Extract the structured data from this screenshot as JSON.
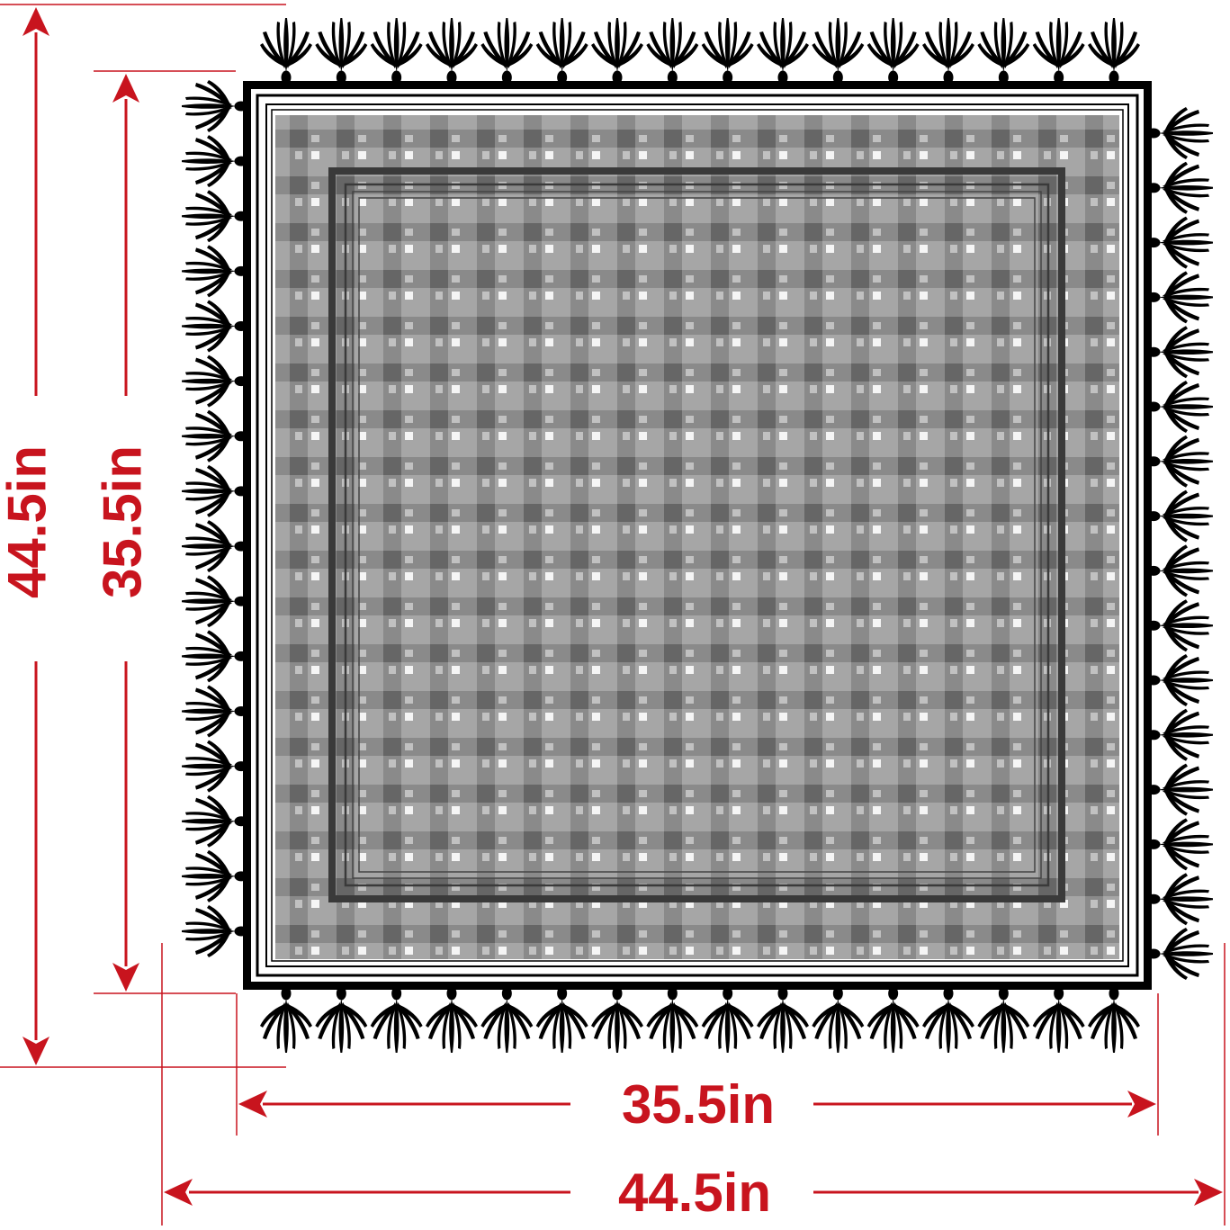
{
  "colors": {
    "dimension": "#c8141e",
    "border": "#000000",
    "gingham_base": "#a6a6a6",
    "gingham_band": "#6e6e6e",
    "gingham_cross": "#555555",
    "gingham_light": "#f2f2f2"
  },
  "icons": {
    "tassel": "tassel-icon",
    "arrow": "arrowhead-icon"
  },
  "product": {
    "pattern": "gingham-check",
    "tassels_per_side": 16
  },
  "dimensions": {
    "inner_width": "35.5in",
    "outer_width": "44.5in",
    "inner_height": "35.5in",
    "outer_height": "44.5in"
  }
}
